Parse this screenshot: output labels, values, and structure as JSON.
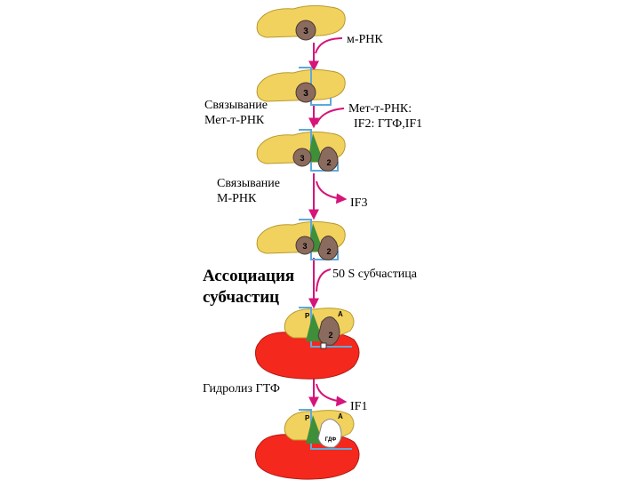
{
  "diagram": {
    "stage_labels": {
      "mrna": "м-РНК",
      "binding_met_trna": "Связывание\nМет-т-РНК",
      "met_trna_factors": "Мет-т-РНК:\nIF2: ГТФ,IF1",
      "binding_mrna": "Связывание\nМ-РНК",
      "if3": "IF3",
      "association": "Ассоциация\nсубчастиц",
      "subunit_50s": "50 S субчастица",
      "gtp_hydrolysis": "Гидролиз ГТФ",
      "if1": "IF1"
    },
    "factor_marks": {
      "three": "3",
      "two": "2",
      "p_site": "P",
      "a_site": "A",
      "gdp": "ГДФ"
    },
    "colors": {
      "small_subunit": "#F2D25E",
      "large_subunit": "#F5281E",
      "factor": "#8A6B5E",
      "trna": "#3E8E3A",
      "mrna_line": "#5FA9DA",
      "arrow": "#D6147A",
      "arrowhead": "#D6147A"
    }
  }
}
